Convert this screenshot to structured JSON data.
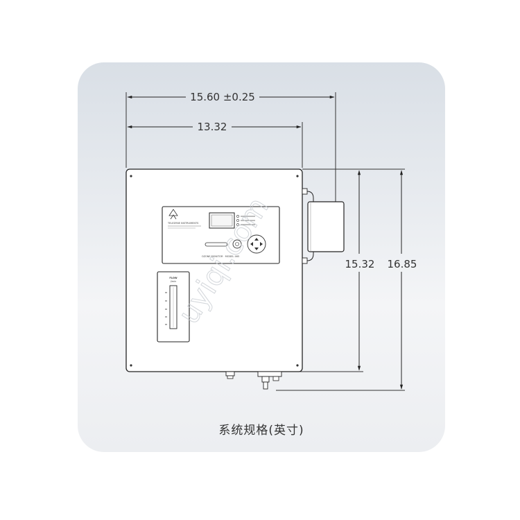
{
  "dimensions": {
    "overall_width": "15.60 ±0.25",
    "body_width": "13.32",
    "body_height": "15.32",
    "overall_height": "16.85"
  },
  "panel": {
    "brand": "TELEDYNE INSTRUMENTS",
    "model_line": "OZONE MONITOR · MODEL 465"
  },
  "flowmeter": {
    "label": "FLOW",
    "unit": "l/min"
  },
  "watermark": "uyiqi.com",
  "caption": "系统规格(英寸)"
}
